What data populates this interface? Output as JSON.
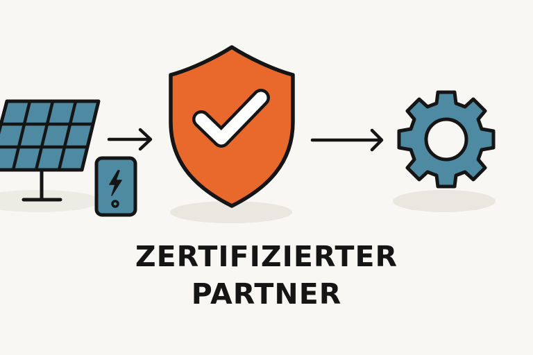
{
  "diagram": {
    "type": "process-flow",
    "nodes": [
      {
        "id": "solar-panel",
        "label": "solar panel",
        "icon": "solar-panel-icon"
      },
      {
        "id": "phone",
        "label": "smartphone with lightning bolt",
        "icon": "phone-charging-icon"
      },
      {
        "id": "shield",
        "label": "shield with checkmark",
        "icon": "shield-check-icon"
      },
      {
        "id": "gear",
        "label": "gear",
        "icon": "gear-icon"
      }
    ],
    "edges": [
      {
        "from": "solar-panel",
        "to": "shield",
        "icon": "arrow-right-icon"
      },
      {
        "from": "shield",
        "to": "gear",
        "icon": "arrow-right-icon"
      }
    ]
  },
  "caption": {
    "line1": "ZERTIFIZIERTER",
    "line2": "PARTNER"
  },
  "colors": {
    "background": "#f8f7f3",
    "outline": "#151515",
    "blue_fill": "#4f8aa3",
    "orange_fill": "#e9692c",
    "shadow": "#e9e7df",
    "check_fill": "#ffffff"
  }
}
